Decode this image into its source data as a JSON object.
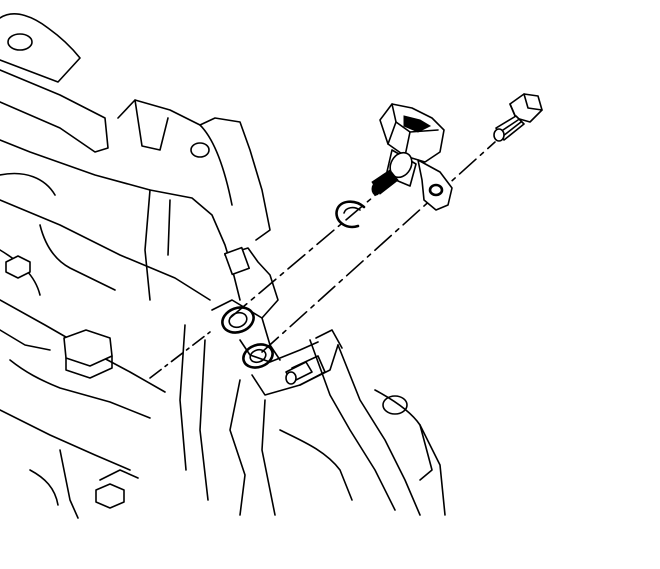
{
  "diagram": {
    "colors": {
      "line": "#000000",
      "background": "#ffffff"
    },
    "parts": [
      "transmission-housing",
      "speed-sensor",
      "o-ring-seal",
      "mounting-bolt",
      "sensor-bore",
      "bolt-hole"
    ]
  }
}
